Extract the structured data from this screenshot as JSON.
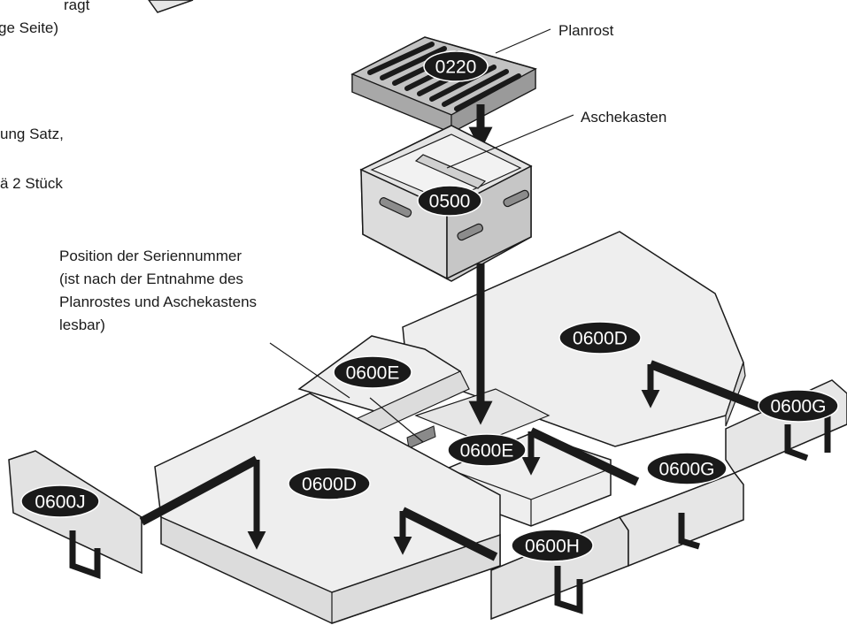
{
  "cut_text": [
    "ragt",
    "ge Seite)",
    "ung Satz,",
    "ä 2 Stück"
  ],
  "callouts": {
    "planrost": "Planrost",
    "aschekasten": "Aschekasten",
    "serial_lines": [
      "Position der Seriennummer",
      "(ist nach der Entnahme des",
      "Planrostes und Aschekastens",
      "lesbar)"
    ]
  },
  "parts": {
    "grate": "0220",
    "ash_box": "0500",
    "e_upper": "0600E",
    "e_lower": "0600E",
    "d_right": "0600D",
    "d_left": "0600D",
    "g_right": "0600G",
    "g_mid": "0600G",
    "h": "0600H",
    "j": "0600J"
  },
  "colors": {
    "badge": "#1a1a1a",
    "outline": "#1a1a1a",
    "slab_top": "#eeeeee",
    "slab_side": "#dcdcdc",
    "box_light": "#e4e4e4",
    "box_dark": "#c9c9c9"
  }
}
